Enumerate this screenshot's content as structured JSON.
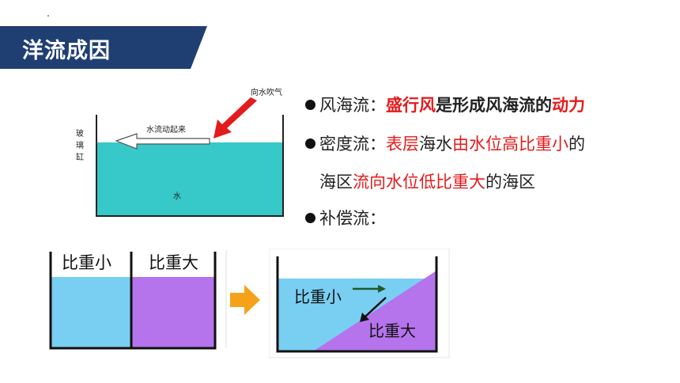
{
  "title": "洋流成因",
  "diagram_top": {
    "wind_label": "向水吹气",
    "flow_label": "水流动起来",
    "tank_label": "玻\n璃\n缸",
    "water_label": "水"
  },
  "bullets": [
    {
      "prefix": "风海流：",
      "parts": [
        {
          "text": "盛行风",
          "style": "red-bold"
        },
        {
          "text": "是形成风海流的",
          "style": "bold"
        },
        {
          "text": "动力",
          "style": "red-bold"
        }
      ]
    },
    {
      "prefix": "密度流：",
      "parts": [
        {
          "text": "表层",
          "style": "red"
        },
        {
          "text": "海水",
          "style": "normal"
        },
        {
          "text": "由水位高比重小",
          "style": "red"
        },
        {
          "text": "的",
          "style": "normal"
        }
      ]
    },
    {
      "prefix": "",
      "parts": [
        {
          "text": "海区",
          "style": "normal"
        },
        {
          "text": "流向水位低比重大",
          "style": "red"
        },
        {
          "text": "的海区",
          "style": "normal"
        }
      ]
    },
    {
      "prefix": "补偿流：",
      "parts": []
    }
  ],
  "diagram_left": {
    "label_small": "比重小",
    "label_large": "比重大"
  },
  "diagram_right": {
    "label_small": "比重小",
    "label_large": "比重大"
  },
  "colors": {
    "title_bg": "#1f3f73",
    "water_teal": "#37c8c9",
    "light_blue": "#79cff2",
    "purple": "#b573ec",
    "red": "#e41b1b",
    "orange_arrow": "#f5a21a"
  }
}
